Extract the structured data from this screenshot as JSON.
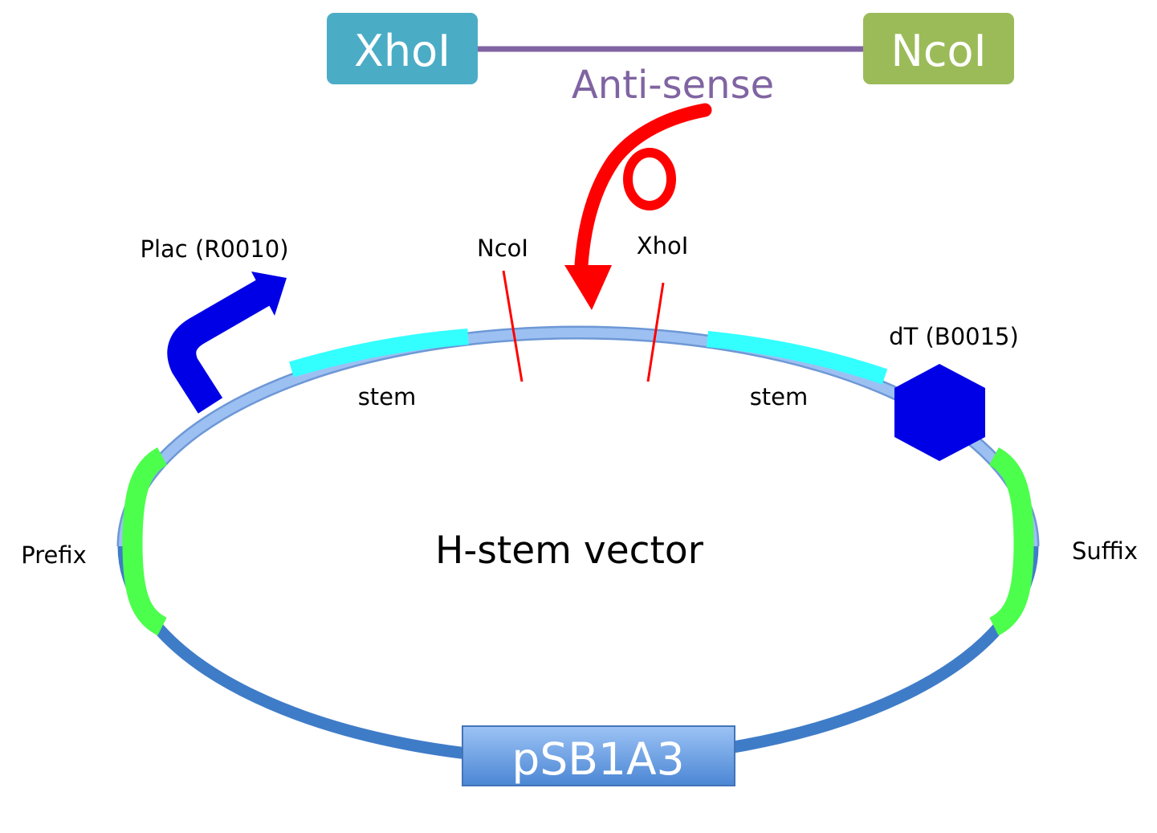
{
  "insert": {
    "left_site": "XhoI",
    "right_site": "NcoI",
    "label": "Anti-sense"
  },
  "vector": {
    "name": "H-stem vector",
    "backbone": "pSB1A3"
  },
  "labels": {
    "promoter": "Plac (R0010)",
    "ncoi_site": "NcoI",
    "xhoi_site": "XhoI",
    "terminator": "dT (B0015)",
    "stem_left": "stem",
    "stem_right": "stem",
    "prefix": "Prefix",
    "suffix": "Suffix"
  },
  "colors": {
    "xhoi_box": "#4bacc6",
    "ncoi_box": "#9bbb59",
    "antisense": "#8064a2",
    "insert_arrow": "#ff0000",
    "plasmid_ring": "#4a86cc",
    "plasmid_ring_light": "#9dc0f2",
    "stem": "#33ffff",
    "promoter_arrow": "#0000e6",
    "terminator": "#0000e6",
    "prefix_suffix": "#4cff4c",
    "cut_site": "#ff0000",
    "backbone_box": "#6fa3e8"
  }
}
